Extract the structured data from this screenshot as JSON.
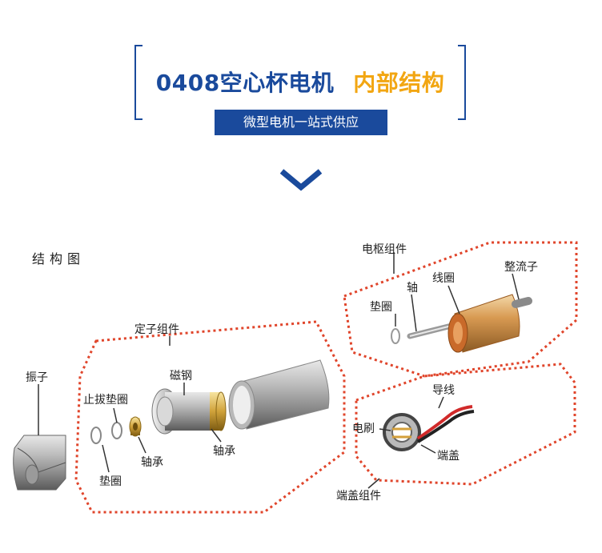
{
  "header": {
    "title_main": "0408空心杯电机",
    "title_accent": "内部结构",
    "subtitle": "微型电机一站式供应"
  },
  "diagram": {
    "heading": "结构图",
    "groups": {
      "stator": "定子组件",
      "armature": "电枢组件",
      "endcap": "端盖组件"
    },
    "parts": {
      "vibrator": "振子",
      "stop_washer": "止拔垫圈",
      "washer_stator": "垫圈",
      "bearing_left": "轴承",
      "magnet": "磁钢",
      "bearing_right": "轴承",
      "washer_armature": "垫圈",
      "shaft": "轴",
      "coil": "线圈",
      "commutator": "整流子",
      "lead_wire": "导线",
      "brush": "电刷",
      "end_cap": "端盖"
    }
  },
  "colors": {
    "brand_blue": "#1a4a9c",
    "accent_gold": "#f2a612",
    "dashed_border": "#e0452b"
  }
}
